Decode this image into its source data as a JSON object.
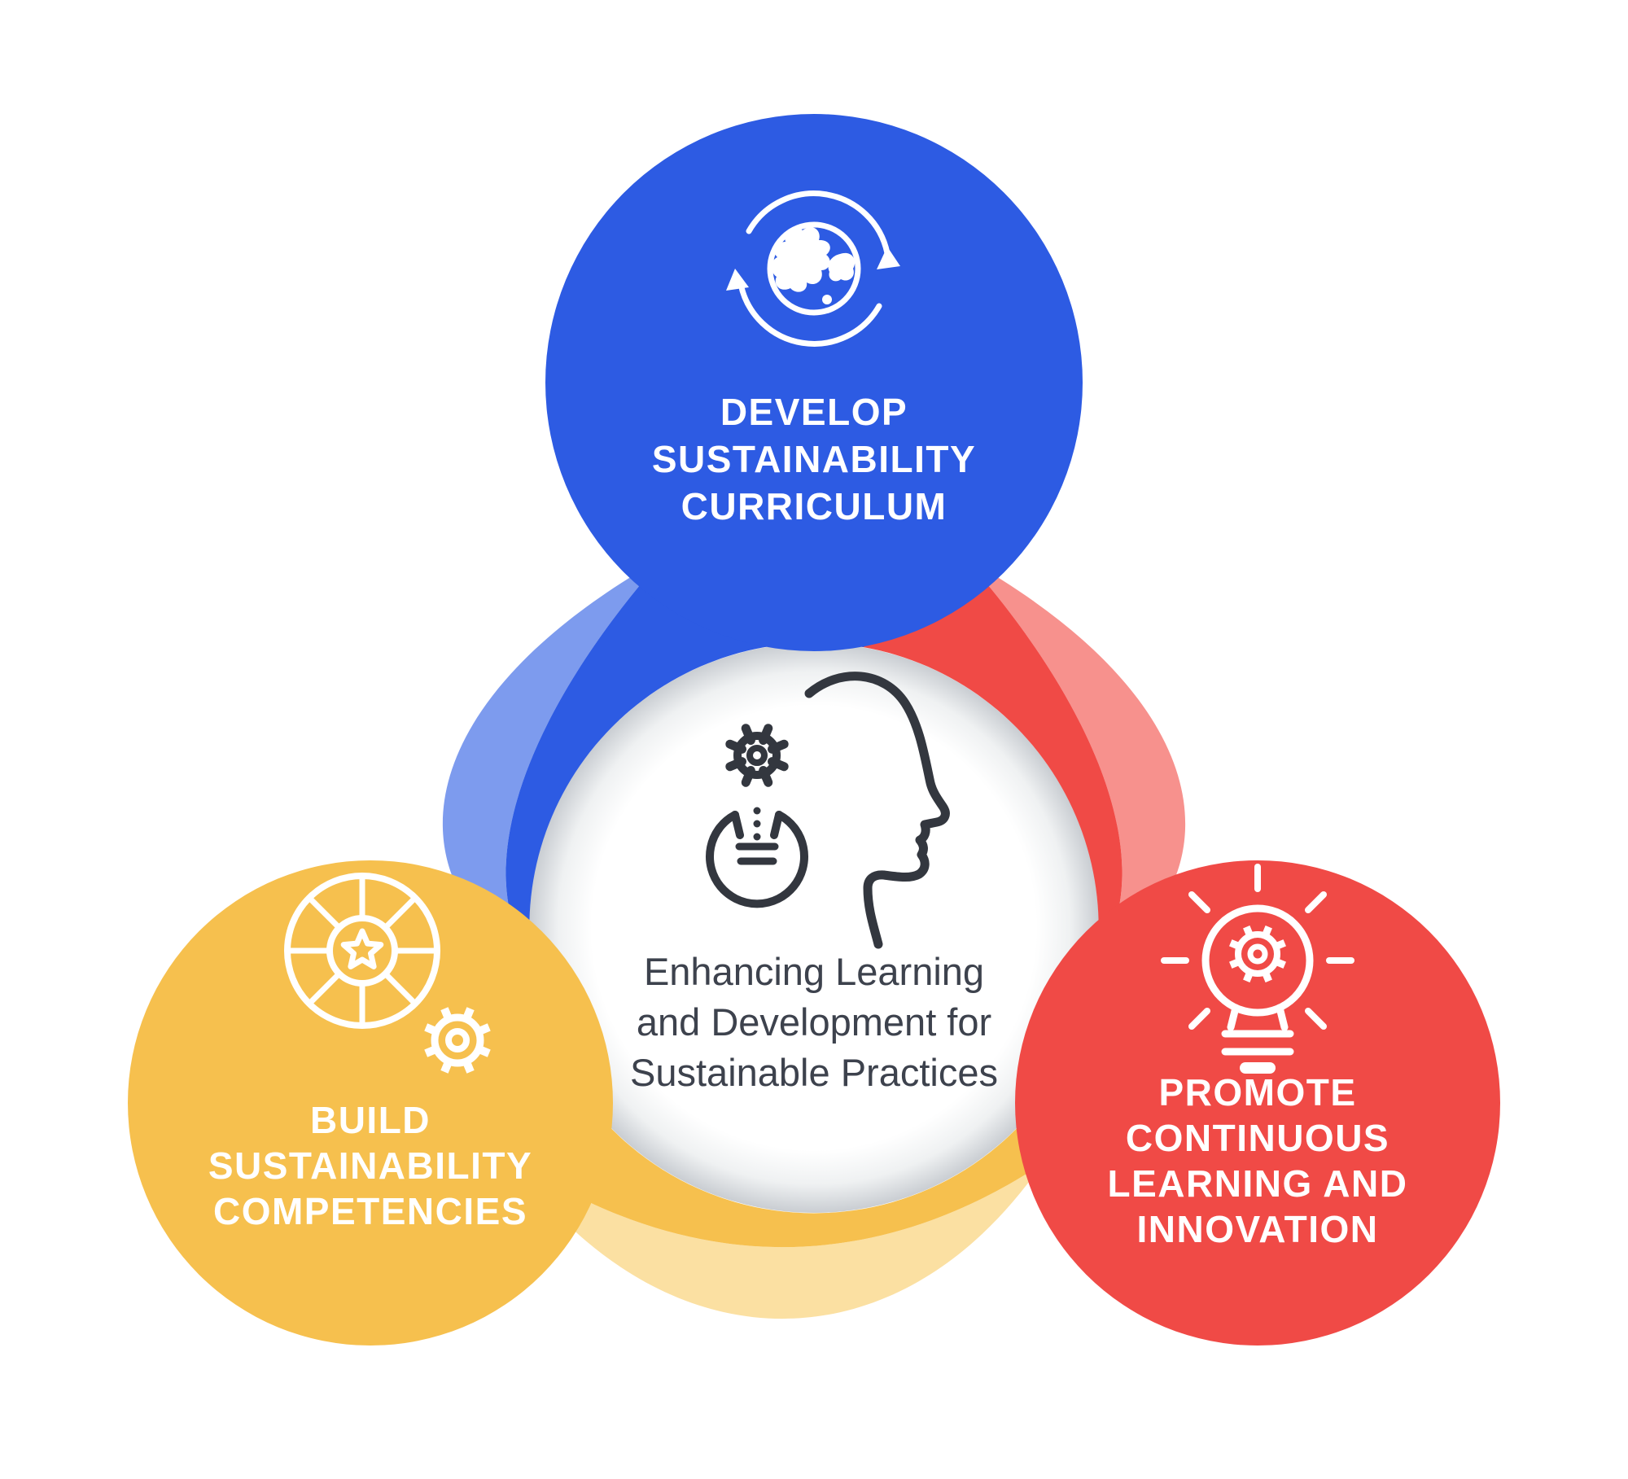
{
  "colors": {
    "background": "#ffffff",
    "blue": "#2d5be3",
    "blue_light": "#7d9bee",
    "red": "#f04a46",
    "red_light": "#f7918d",
    "yellow": "#f6c04e",
    "yellow_light": "#fbe0a2",
    "white": "#ffffff",
    "rim_gray": "#c9cdd2",
    "text_dark": "#3d424d",
    "icon_dark": "#33373f"
  },
  "icons": {
    "center": "head-gear-bulb-icon",
    "develop": "globe-cycle-icon",
    "build": "competency-wheel-icon",
    "promote": "innovation-bulb-icon"
  },
  "center": {
    "text_lines": [
      "Enhancing Learning",
      "and Development for",
      "Sustainable Practices"
    ]
  },
  "nodes": [
    {
      "id": "develop-sustainability-curriculum",
      "label_lines": [
        "DEVELOP",
        "SUSTAINABILITY",
        "CURRICULUM"
      ]
    },
    {
      "id": "build-sustainability-competencies",
      "label_lines": [
        "BUILD",
        "SUSTAINABILITY",
        "COMPETENCIES"
      ]
    },
    {
      "id": "promote-continuous-learning-and-innovation",
      "label_lines": [
        "PROMOTE",
        "CONTINUOUS",
        "LEARNING AND",
        "INNOVATION"
      ]
    }
  ]
}
